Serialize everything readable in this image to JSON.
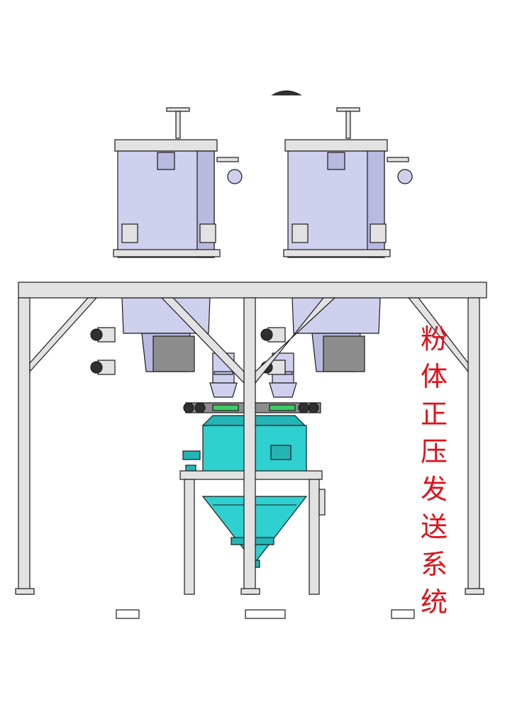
{
  "diagram": {
    "caption": "粉体正压发送系统",
    "colors": {
      "line": "#1a1a1a",
      "frame": "#e2e2e2",
      "hopper": "#cfd0ee",
      "hopper_shade": "#b9bae0",
      "vessel": "#2fd0d0",
      "vessel_shade": "#23b5b5",
      "gray": "#8d8d8d",
      "dark": "#303030",
      "caption": "#e0101a"
    },
    "hoppers": [
      {
        "name": "left-filter-hopper"
      },
      {
        "name": "right-filter-hopper"
      }
    ]
  }
}
